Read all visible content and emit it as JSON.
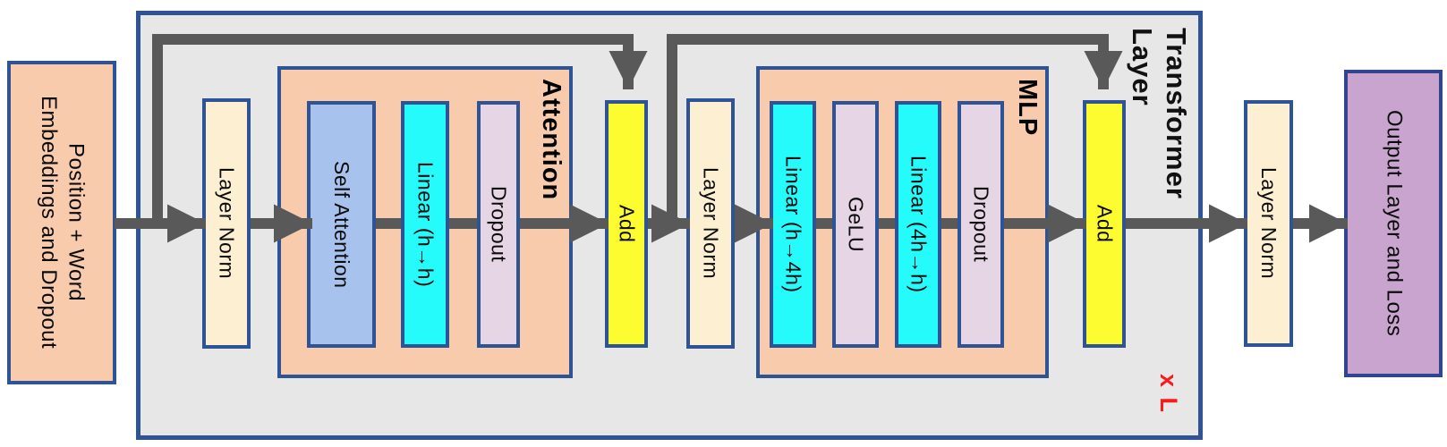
{
  "diagram": {
    "title": "Transformer Layer architecture diagram",
    "input": {
      "label": "Position + Word\nEmbeddings and Dropout"
    },
    "transformer_layer": {
      "label": "Transformer\nLayer",
      "repeat_label": "x L",
      "layer_norm_1": "Layer Norm",
      "attention_block": {
        "label": "Attention",
        "self_attention": "Self Attention",
        "linear": "Linear (h→h)",
        "dropout": "Dropout"
      },
      "add_1": "Add",
      "layer_norm_2": "Layer Norm",
      "mlp_block": {
        "label": "MLP",
        "linear_expand": "Linear (h→4h)",
        "gelu": "GeLU",
        "linear_project": "Linear (4h→h)",
        "dropout": "Dropout"
      },
      "add_2": "Add"
    },
    "final_layer_norm": "Layer Norm",
    "output": {
      "label": "Output Layer and Loss"
    },
    "colors": {
      "embedding_peach": "#f8cbad",
      "layer_norm_cream": "#fdf0d2",
      "self_attention_blue": "#a8c2ee",
      "linear_cyan": "#25fbfb",
      "dropout_lavender": "#e6d5e4",
      "add_yellow": "#fcfc30",
      "output_purple": "#c8a4cf",
      "block_peach": "#f8cbad",
      "container_gray": "#e8e7e7",
      "border_blue": "#2f5496",
      "arrow_gray": "#595959",
      "repeat_red": "#fb1a1a"
    }
  }
}
